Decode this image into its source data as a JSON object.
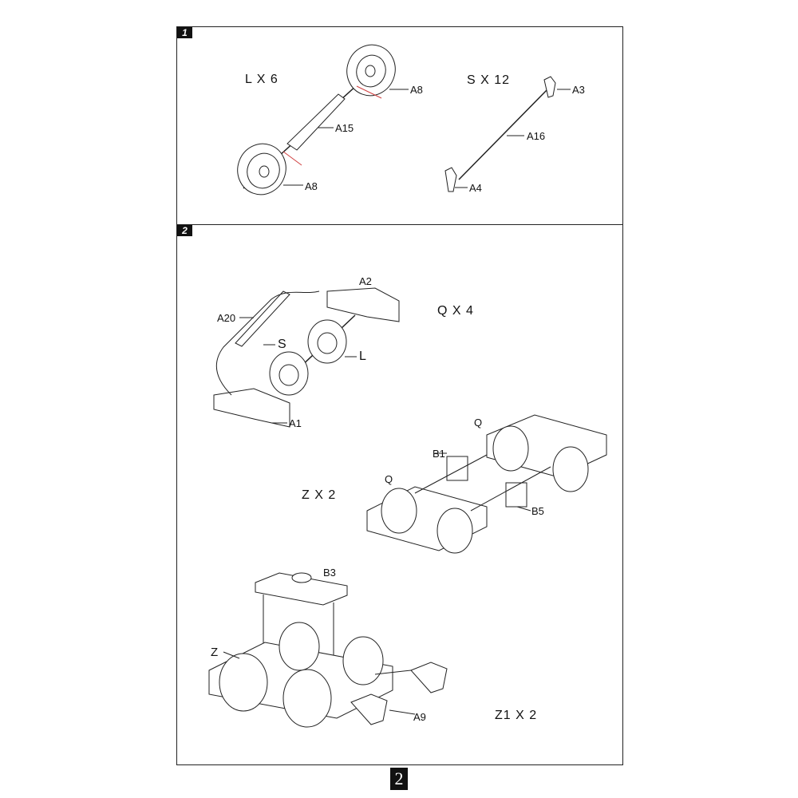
{
  "steps": [
    {
      "number": "1",
      "assemblies": [
        {
          "quantity_label": "L X 6",
          "parts": [
            "A8",
            "A15",
            "A8"
          ]
        },
        {
          "quantity_label": "S X 12",
          "parts": [
            "A3",
            "A16",
            "A4"
          ]
        }
      ]
    },
    {
      "number": "2",
      "assemblies": [
        {
          "quantity_label": "Q X 4",
          "parts": [
            "A2",
            "A20",
            "S",
            "L",
            "A1"
          ]
        },
        {
          "quantity_label": "Z X 2",
          "parts": [
            "Q",
            "B1",
            "Q",
            "B5"
          ]
        },
        {
          "quantity_label": "Z1 X 2",
          "parts": [
            "B3",
            "Z",
            "A9"
          ]
        }
      ]
    }
  ],
  "page_number": "2",
  "colors": {
    "line": "#222222",
    "glue_line": "#d04040"
  }
}
